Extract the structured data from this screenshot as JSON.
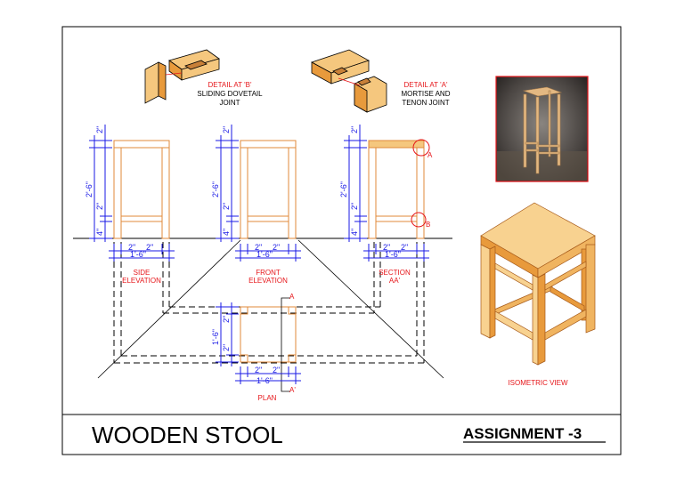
{
  "title": "WOODEN STOOL",
  "assignment": "ASSIGNMENT -3",
  "details": {
    "b": {
      "heading": "DETAIL AT 'B'",
      "line1": "SLIDING DOVETAIL",
      "line2": "JOINT"
    },
    "a": {
      "heading": "DETAIL AT 'A'",
      "line1": "MORTISE AND",
      "line2": "TENON JOINT"
    }
  },
  "views": {
    "side": {
      "line1": "SIDE",
      "line2": "ELEVATION"
    },
    "front": {
      "line1": "FRONT",
      "line2": "ELEVATION"
    },
    "section": {
      "line1": "SECTION",
      "line2": "AA'"
    },
    "plan": "PLAN",
    "isometric": "ISOMETRIC VIEW"
  },
  "dimensions": {
    "top_thickness": "2\"",
    "overall_height": "2'-6\"",
    "rail_height": "2\"",
    "rail_gap": "4\"",
    "leg_width": "2\"",
    "overall_width": "1'-6\"",
    "plan_depth": "1'-6\""
  },
  "markers": {
    "a": "A",
    "b": "B",
    "a_prime": "A'"
  },
  "colors": {
    "wood": "#f5c77e",
    "wood_dark": "#e89a3c",
    "outline": "#e08a3a",
    "dim": "#1a1ae6",
    "red": "#e6161a"
  }
}
